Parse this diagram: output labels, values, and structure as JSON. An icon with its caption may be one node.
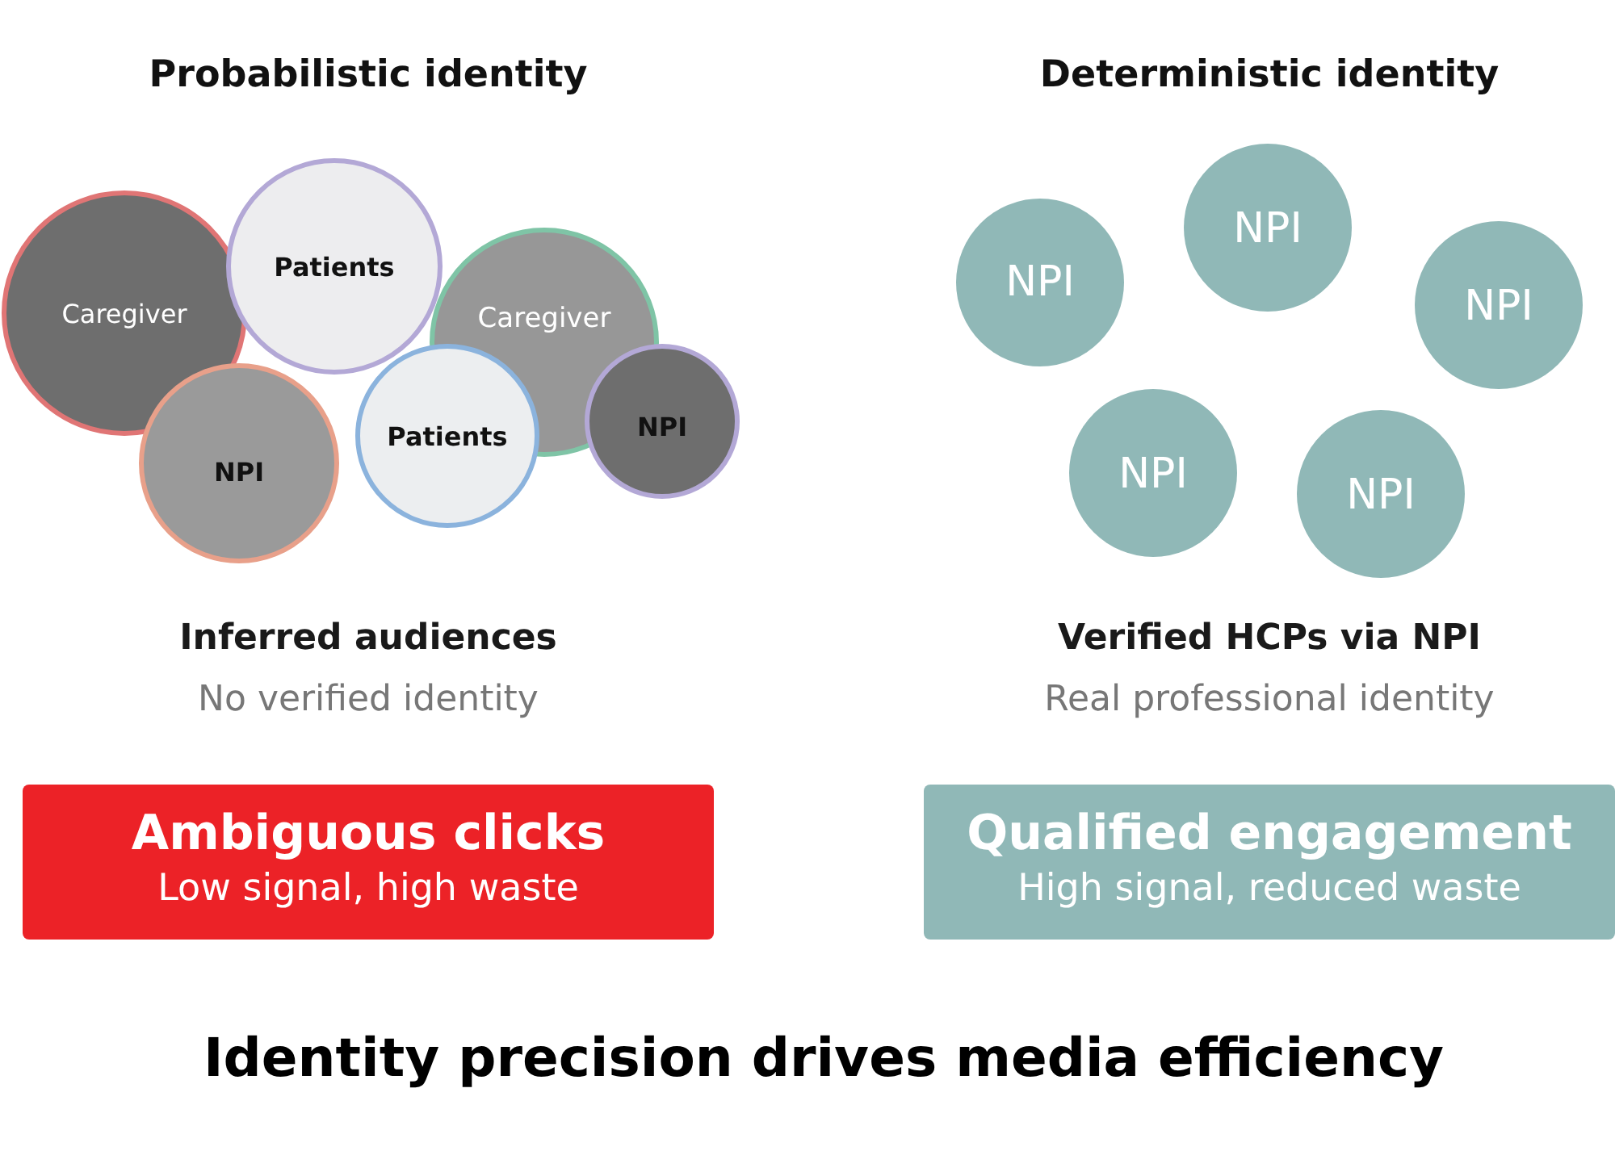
{
  "diagram": {
    "caption": "Identity precision drives media efficiency",
    "nodes": [
      {
        "text": [
          "Caregiver"
        ]
      },
      {
        "text": [
          "Patients"
        ]
      },
      {
        "text": [
          "NPI"
        ]
      },
      {
        "text": [
          "Caregiver"
        ]
      },
      {
        "text": [
          "Patients"
        ]
      },
      {
        "text": [
          "NPI"
        ]
      },
      {
        "text": [
          "NPI"
        ]
      },
      {
        "text": [
          "NPI"
        ]
      },
      {
        "text": [
          "NPI"
        ]
      },
      {
        "text": [
          "NPI"
        ]
      },
      {
        "text": [
          "NPI"
        ]
      },
      {
        "text": [
          "Ambiguous clicks",
          "Low signal, high waste"
        ]
      },
      {
        "text": [
          "Qualified engagement",
          "High signal, reduced waste"
        ]
      }
    ],
    "edges": [],
    "labels": [
      "Probabilistic identity",
      "Deterministic identity",
      "Inferred audiences",
      "Verified HCPs via NPI",
      "No verified identity",
      "Real professional identity"
    ]
  }
}
